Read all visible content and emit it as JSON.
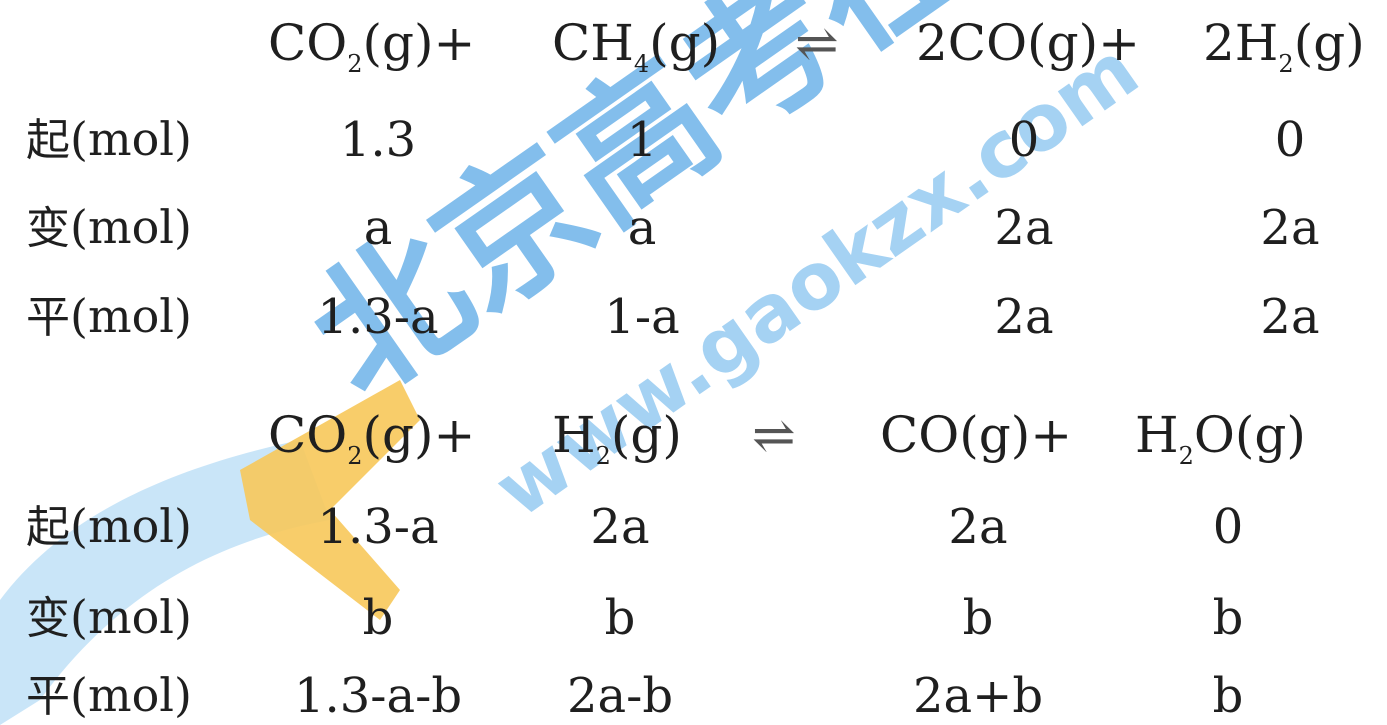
{
  "watermark": {
    "text_cn": "北京高考在线",
    "url": "www.gaokzx.com",
    "colors": {
      "blue": "#5aa9e6",
      "orange": "#f7c85a",
      "light_blue": "#bfe0f7"
    }
  },
  "reaction1": {
    "species": [
      "CO",
      "2",
      "(g)+",
      "CH",
      "4",
      "(g)",
      "2CO(g)+",
      "2H",
      "2",
      "(g)"
    ],
    "arrow": "⇌",
    "rows": [
      {
        "label_char": "起",
        "label_unit": "(mol)",
        "values": [
          "1.3",
          "1",
          "0",
          "0"
        ]
      },
      {
        "label_char": "变",
        "label_unit": "(mol)",
        "values": [
          "a",
          "a",
          "2a",
          "2a"
        ]
      },
      {
        "label_char": "平",
        "label_unit": "(mol)",
        "values": [
          "1.3-a",
          "1-a",
          "2a",
          "2a"
        ]
      }
    ]
  },
  "reaction2": {
    "species": [
      "CO",
      "2",
      "(g)+",
      "H",
      "2",
      "(g)",
      "CO(g)+",
      "H",
      "2",
      "O(g)"
    ],
    "arrow": "⇌",
    "rows": [
      {
        "label_char": "起",
        "label_unit": "(mol)",
        "values": [
          "1.3-a",
          "2a",
          "2a",
          "0"
        ]
      },
      {
        "label_char": "变",
        "label_unit": "(mol)",
        "values": [
          "b",
          "b",
          "b",
          "b"
        ]
      },
      {
        "label_char": "平",
        "label_unit": "(mol)",
        "values": [
          "1.3-a-b",
          "2a-b",
          "2a+b",
          "b"
        ]
      }
    ]
  }
}
